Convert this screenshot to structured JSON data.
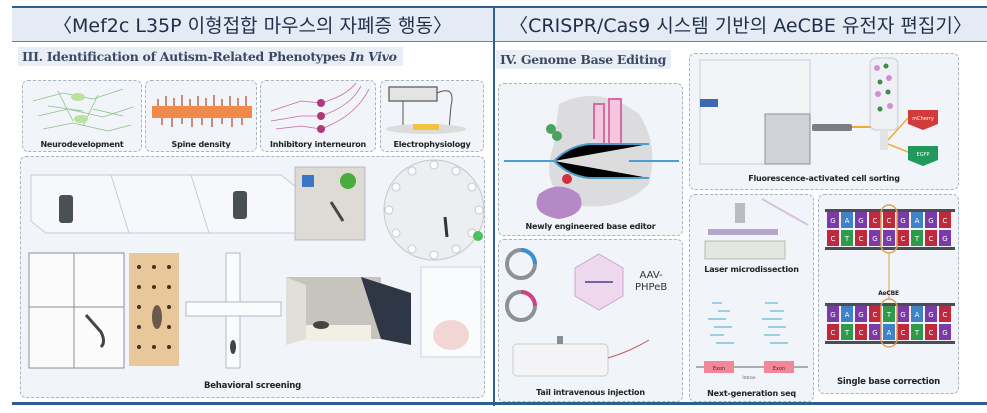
{
  "headers": {
    "left": "〈Mef2c L35P 이형접합 마우스의 자폐증 행동〉",
    "right": "〈CRISPR/Cas9 시스템 기반의 AeCBE 유전자 편집기〉"
  },
  "left_panel": {
    "title_main": "III. Identification of Autism-Related Phenotypes ",
    "title_italic": "In Vivo",
    "tiles": [
      {
        "label": "Neurodevelopment"
      },
      {
        "label": "Spine density"
      },
      {
        "label": "Inhibitory interneuron"
      },
      {
        "label": "Electrophysiology"
      }
    ],
    "behavior_caption": "Behavioral screening"
  },
  "right_panel": {
    "title": "IV. Genome Base Editing",
    "base_editor_caption": "Newly engineered base editor",
    "facs_caption": "Fluorescence-activated cell sorting",
    "facs_tags": [
      "mCherry",
      "EGFP"
    ],
    "aav_label_1": "AAV-",
    "aav_label_2": "PHPeB",
    "injection_caption": "Tail intravenous injection",
    "lmd_caption": "Laser microdissection",
    "ngs_caption": "Next-generation seq",
    "ngs_exon": "Exon",
    "ngs_intron": "Intron",
    "aecbe_label": "AeCBE",
    "correction_caption": "Single base correction",
    "dna_top_before": [
      "G",
      "A",
      "G",
      "C",
      "C",
      "G",
      "A",
      "G",
      "C"
    ],
    "dna_bottom_before": [
      "C",
      "T",
      "C",
      "G",
      "G",
      "C",
      "T",
      "C",
      "G"
    ],
    "dna_top_after": [
      "G",
      "A",
      "G",
      "C",
      "T",
      "G",
      "A",
      "G",
      "C"
    ],
    "dna_bottom_after": [
      "C",
      "T",
      "C",
      "G",
      "A",
      "C",
      "T",
      "C",
      "G"
    ]
  },
  "colors": {
    "header_bg": "#e4ebf5",
    "rule": "#2d5f93",
    "G": "#7b3aa8",
    "A": "#3e83c7",
    "C": "#c0283c",
    "T": "#2f9a4a"
  }
}
